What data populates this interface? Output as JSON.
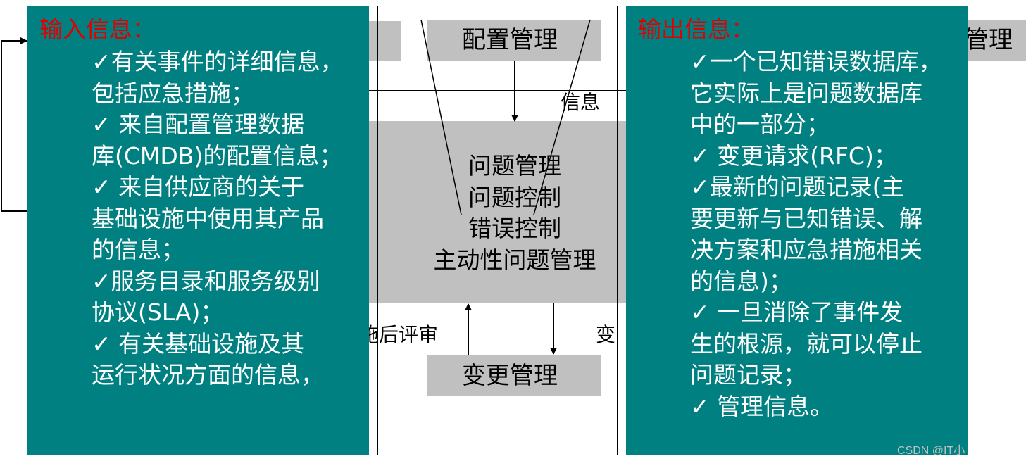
{
  "background_boxes": {
    "config": "配置管理",
    "change": "变更管理",
    "right_partial": "管理"
  },
  "center_box": {
    "lines": [
      "问题管理",
      "问题控制",
      "错误控制",
      "主动性问题管理"
    ]
  },
  "arrow_labels": {
    "info": "信息",
    "review": "施后评审",
    "change_partial": "变"
  },
  "input_panel": {
    "title": "输入信息：",
    "lines": [
      "✓有关事件的详细信息，",
      "包括应急措施；",
      "✓ 来自配置管理数据",
      "库(CMDB)的配置信息；",
      "✓ 来自供应商的关于",
      "基础设施中使用其产品",
      "的信息；",
      "✓服务目录和服务级别",
      "协议(SLA)；",
      "✓ 有关基础设施及其",
      "运行状况方面的信息，"
    ]
  },
  "output_panel": {
    "title": "输出信息：",
    "lines": [
      "✓一个已知错误数据库，",
      "它实际上是问题数据库",
      "中的一部分；",
      "✓ 变更请求(RFC)；",
      "✓最新的问题记录(主",
      "要更新与已知错误、解",
      "决方案和应急措施相关",
      "的信息)；",
      "✓ 一旦消除了事件发",
      "生的根源，就可以停止",
      "问题记录；",
      "✓ 管理信息。"
    ]
  },
  "watermark": "CSDN @IT小",
  "colors": {
    "teal": "#008080",
    "title_red": "#e00000",
    "box_gray": "#c0c0c0"
  }
}
